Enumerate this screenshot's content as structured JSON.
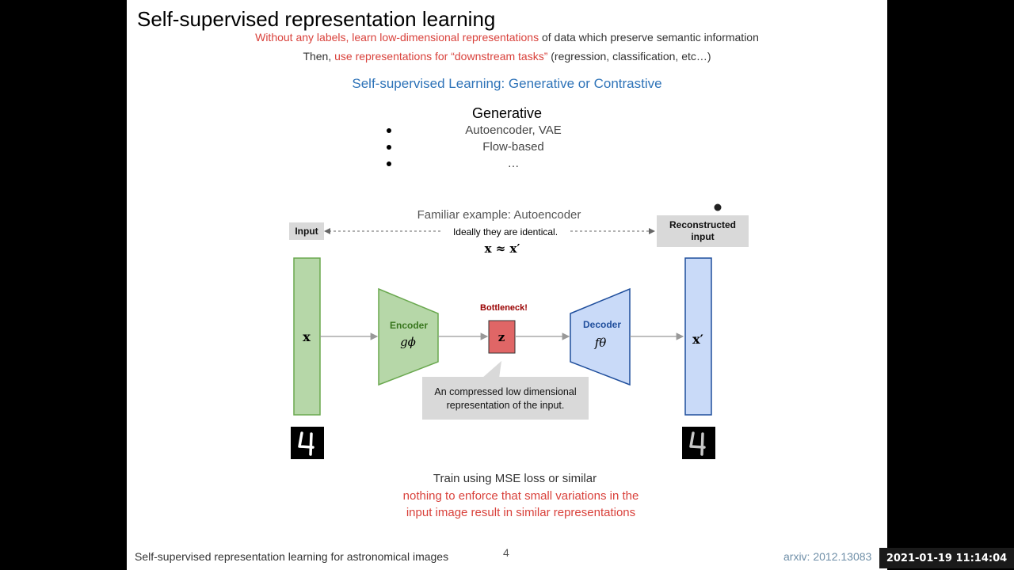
{
  "slide": {
    "title": "Self-supervised representation learning",
    "line1": {
      "red": "Without any labels, learn low-dimensional representations",
      "black": " of data which preserve semantic information"
    },
    "line2": {
      "prefix": "Then, ",
      "red": "use representations for “downstream tasks”",
      "suffix": " (regression, classification, etc…)"
    },
    "subtitle": "Self-supervised Learning: Generative or Contrastive",
    "generative": {
      "heading": "Generative",
      "items": [
        "Autoencoder, VAE",
        "Flow-based",
        "…"
      ]
    },
    "diagram": {
      "caption": "Familiar example: Autoencoder",
      "input_label": "Input",
      "reconstructed_label": "Reconstructed input",
      "identical_note": "Ideally they are identical.",
      "equation": "x ≈ x′",
      "x_symbol": "x",
      "x_prime_symbol": "x′",
      "encoder_label": "Encoder",
      "encoder_symbol": "gϕ",
      "bottleneck_label": "Bottleneck!",
      "z_symbol": "z",
      "decoder_label": "Decoder",
      "decoder_symbol": "fθ",
      "callout": "An compressed low dimensional representation of the input.",
      "colors": {
        "input_green": "#b6d7a8",
        "input_green_stroke": "#6aa84f",
        "decoder_blue": "#c9daf8",
        "decoder_blue_stroke": "#1f4e9c",
        "bottleneck_red": "#e06666",
        "bottleneck_text": "#990000",
        "encoder_text": "#38761d",
        "decoder_text": "#1f4e9c"
      }
    },
    "notes": {
      "train": "Train using MSE loss or similar",
      "warn1": "nothing to enforce that small variations in the",
      "warn2": "input image result in similar representations"
    },
    "footer": {
      "left": "Self-supervised representation learning for astronomical images",
      "page": "4",
      "arxiv": "arxiv: 2012.13083"
    }
  },
  "overlay": {
    "timestamp": "2021-01-19  11:14:04"
  }
}
